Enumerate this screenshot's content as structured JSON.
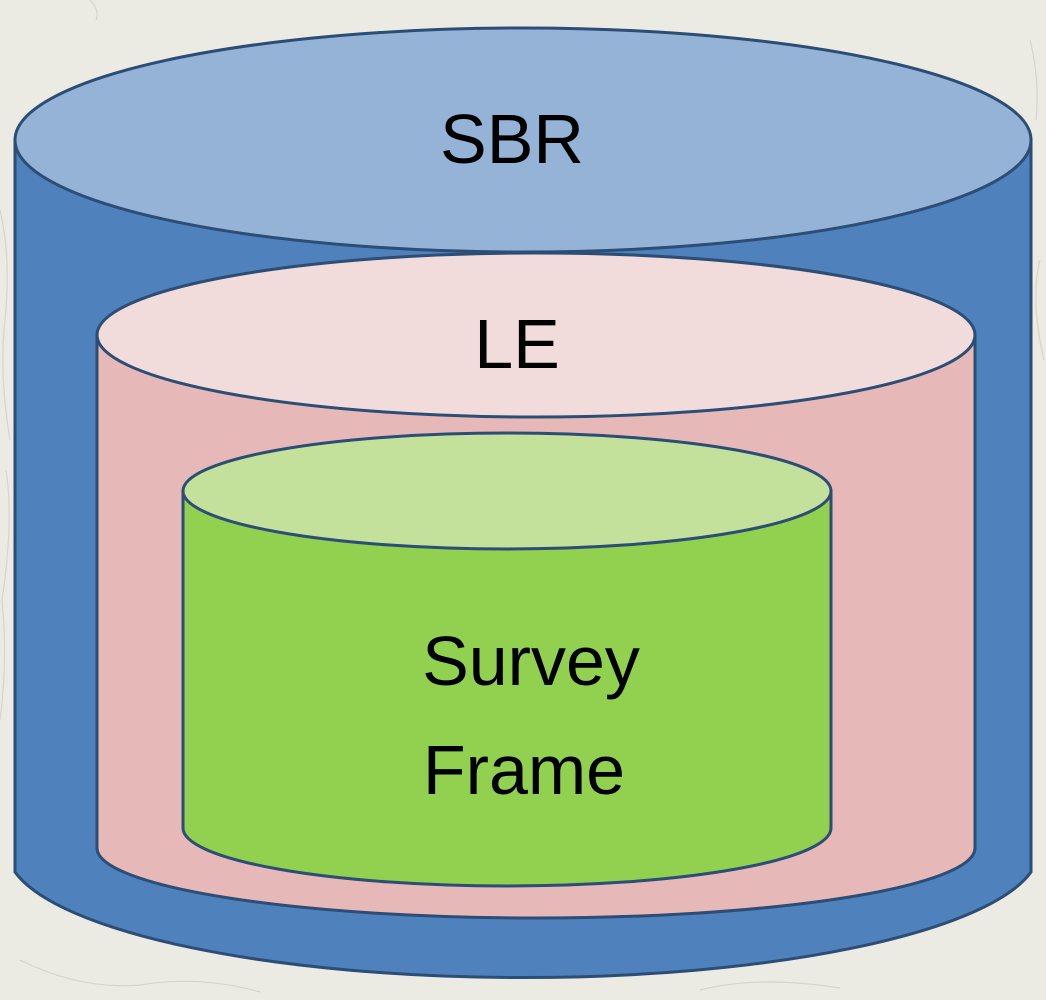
{
  "diagram": {
    "outer": {
      "label": "SBR",
      "colors": {
        "side": "#4f81bd",
        "top": "#95b3d7",
        "stroke": "#2c4d75"
      }
    },
    "middle": {
      "label": "LE",
      "colors": {
        "side": "#e6b9b8",
        "top": "#f2dcdb",
        "stroke": "#2c4d75"
      }
    },
    "inner": {
      "label_line1": "Survey",
      "label_line2": "Frame",
      "colors": {
        "side": "#92d050",
        "top": "#c3e19a",
        "stroke": "#2c4d75"
      }
    },
    "background": "#ecebe3"
  }
}
